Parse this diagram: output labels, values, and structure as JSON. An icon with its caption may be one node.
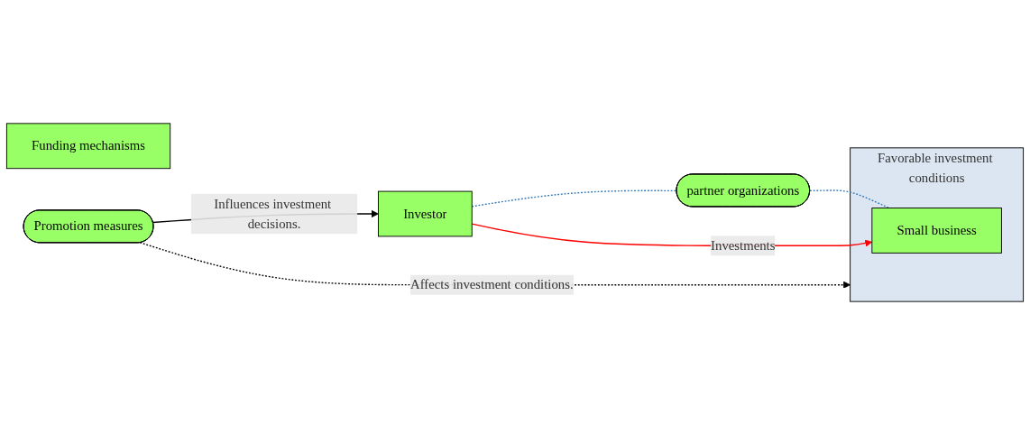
{
  "diagram": {
    "nodes": [
      {
        "text": [
          "partner organizations"
        ]
      },
      {
        "text": [
          "Favorable investment conditions"
        ]
      },
      {
        "text": [
          "Investor"
        ]
      },
      {
        "text": [
          "Funding mechanisms"
        ]
      },
      {
        "text": [
          "Small business"
        ],
        "in": 1
      },
      {
        "text": [
          "Promotion measures"
        ]
      }
    ],
    "edges": [
      {
        "from": 2,
        "to": 0,
        "arrow": "none",
        "style": "dashed",
        "color": "#2e75b6"
      },
      {
        "from": 0,
        "to": 4,
        "arrow": "none",
        "style": "dashed",
        "color": "#2e75b6"
      },
      {
        "from": 2,
        "to": 4,
        "arrow": "to",
        "label": "Investments",
        "color": "#ff0000"
      },
      {
        "from": 5,
        "to": 2,
        "arrow": "to",
        "label": "Influences investment decisions.",
        "color": "#000000"
      },
      {
        "from": 5,
        "to": 1,
        "arrow": "to",
        "label": "Affects investment conditions.",
        "style": "dashed",
        "color": "#000000"
      }
    ]
  }
}
